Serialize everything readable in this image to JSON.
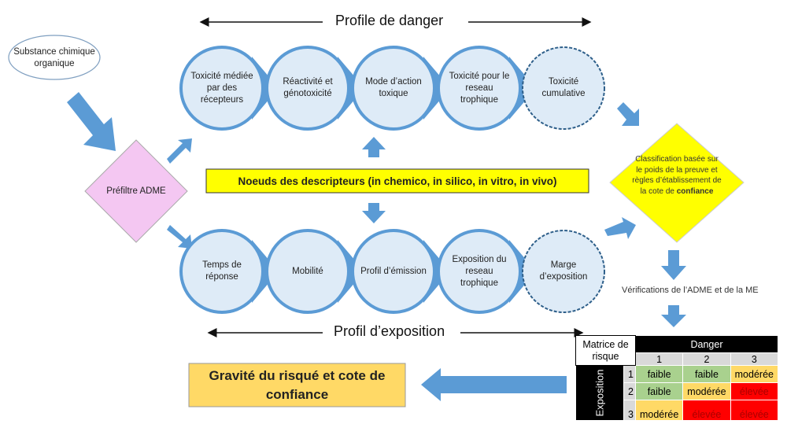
{
  "title_danger": "Profile de danger",
  "title_exposure": "Profil d’exposition",
  "substance": "Substance chimique organique",
  "prefilter": "Préfiltre ADME",
  "descriptors": "Noeuds  des descripteurs  (in chemico,  in silico,  in vitro, in vivo)",
  "danger_nodes": [
    "Toxicité médiée par des récepteurs",
    "Réactivité et génotoxicité",
    "Mode d’action toxique",
    "Toxicité pour le reseau trophique",
    "Toxicité cumulative"
  ],
  "exposure_nodes": [
    "Temps de réponse",
    "Mobilité",
    "Profil d’émission",
    "Exposition du reseau trophique",
    "Marge d’exposition"
  ],
  "classification": {
    "text": "Classification basée sur le poids de la preuve et règles d’établissement de la cote de ",
    "bold": "confiance"
  },
  "verification": "Vérifications de l’ADME et de la ME",
  "result": "Gravité du risqué et cote de confiance",
  "matrix": {
    "title": "Matrice de risque",
    "danger": "Danger",
    "exposition": "Exposition",
    "cols": [
      "1",
      "2",
      "3"
    ],
    "rows": [
      {
        "label": "1",
        "cells": [
          "faible",
          "faible",
          "modérée"
        ]
      },
      {
        "label": "2",
        "cells": [
          "faible",
          "modérée",
          "élevée"
        ]
      },
      {
        "label": "3",
        "cells": [
          "modérée",
          "élevée",
          "élevée"
        ]
      }
    ]
  },
  "colors": {
    "faible": "#a9d18e",
    "modérée": "#ffd966",
    "élevée": "#ff0000",
    "arrow": "#5b9bd5",
    "node": "#deebf7"
  }
}
